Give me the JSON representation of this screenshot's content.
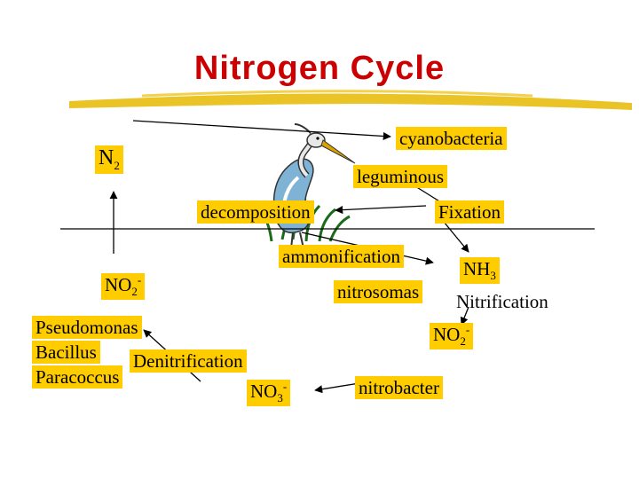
{
  "title": "Nitrogen Cycle",
  "colors": {
    "title": "#cc0000",
    "highlight": "#ffcc00",
    "underline": "#e6b800",
    "arrow": "#000000"
  },
  "icons": {
    "heron": "heron-icon"
  },
  "nodes": {
    "n2": {
      "base": "N",
      "sub": "2"
    },
    "cyanobacteria": "cyanobacteria",
    "leguminous": "leguminous",
    "decomposition": "decomposition",
    "fixation": "Fixation",
    "ammonification": "ammonification",
    "no2_left": {
      "base": "NO",
      "sub": "2",
      "sup": "-"
    },
    "nitrosomas": "nitrosomas",
    "nh3": {
      "base": "NH",
      "sub": "3"
    },
    "nitrification": "Nitrification",
    "pseudomonas": "Pseudomonas",
    "bacillus": "Bacillus",
    "denitrification": "Denitrification",
    "paracoccus": "Paracoccus",
    "no2_right": {
      "base": "NO",
      "sub": "2",
      "sup": "-"
    },
    "no3": {
      "base": "NO",
      "sub": "3",
      "sup": "-"
    },
    "nitrobacter": "nitrobacter"
  }
}
